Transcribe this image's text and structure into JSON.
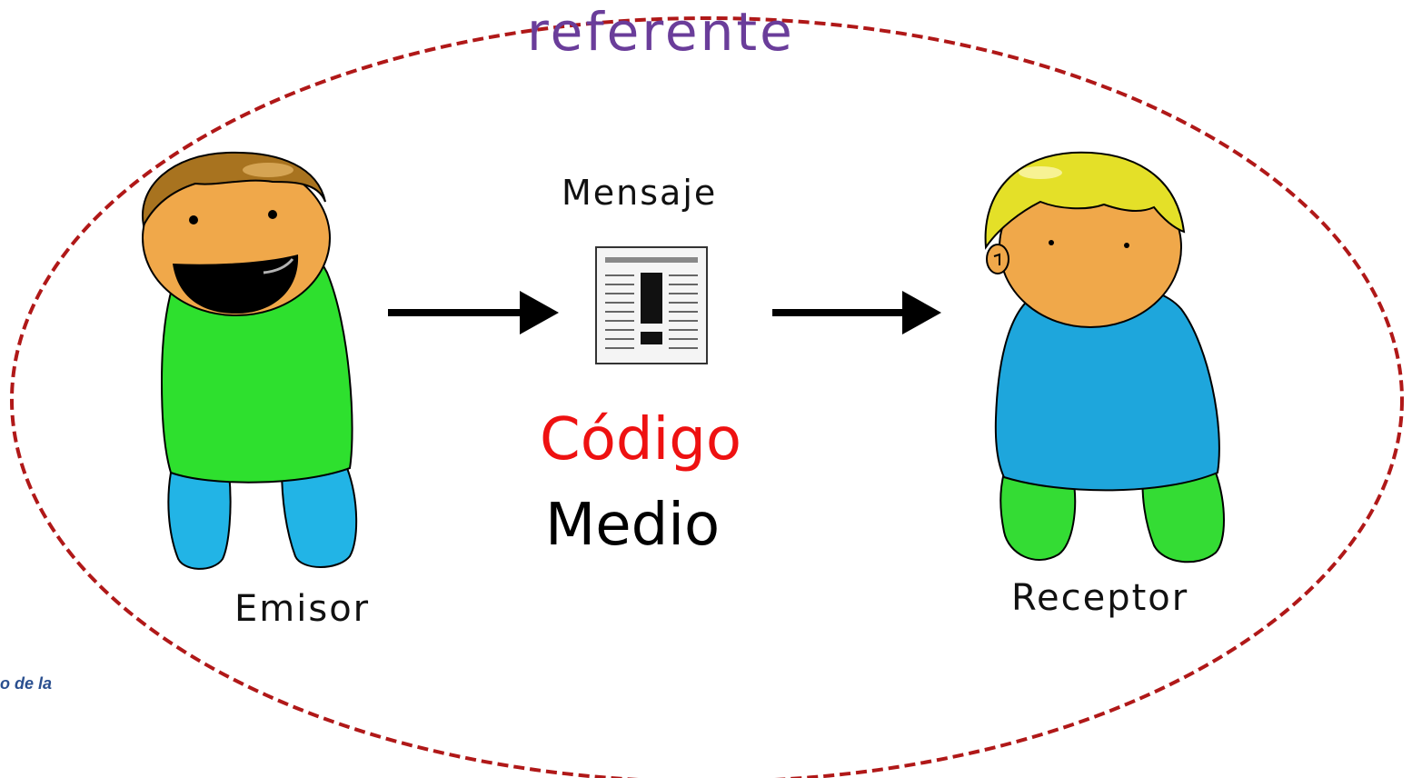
{
  "labels": {
    "referente": "referente",
    "mensaje": "Mensaje",
    "codigo": "Código",
    "medio": "Medio",
    "emisor": "Emisor",
    "receptor": "Receptor",
    "fragment": "o de la"
  },
  "colors": {
    "referente": "#6a3d9a",
    "mensaje": "#111111",
    "codigo": "#ee1111",
    "medio": "#000000",
    "emisor": "#111111",
    "receptor": "#111111",
    "fragment": "#2a4f8f",
    "ellipse": "#b01818",
    "emisor_shirt": "#2ee02e",
    "emisor_pants": "#22b4e6",
    "emisor_hair": "#a8731f",
    "receptor_shirt": "#1ea6dc",
    "receptor_pants": "#34dc34",
    "receptor_hair": "#e4e028",
    "skin": "#f0a84a"
  },
  "icons": [
    "emisor-figure",
    "receptor-figure",
    "message-document-icon",
    "arrow-right-icon"
  ]
}
